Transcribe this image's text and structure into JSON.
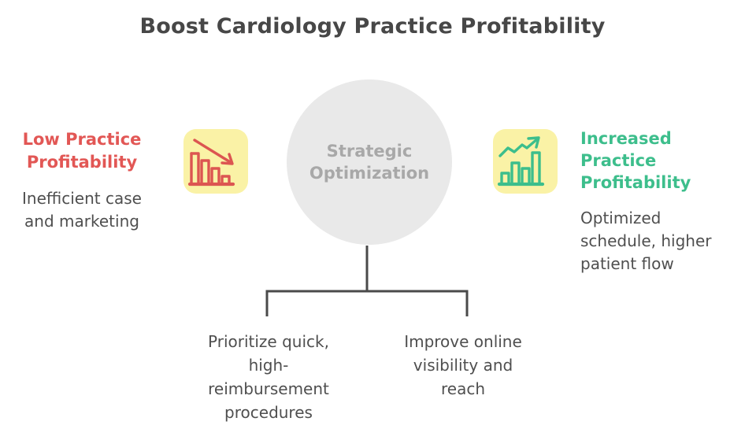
{
  "title": "Boost Cardiology Practice Profitability",
  "colors": {
    "negative_red": "#E25755",
    "positive_green": "#3DBE8C",
    "icon_bg_yellow": "#FAF2A6",
    "hub_gray": "#E9E9E9",
    "hub_text_gray": "#A8A8A8",
    "body_text": "#4F4F4F",
    "connector": "#4A4A4A"
  },
  "left": {
    "heading": "Low Practice Profitability",
    "heading_lines": [
      "Low Practice",
      "Profitability"
    ],
    "description": "Inefficient case and marketing",
    "description_lines": [
      "Inefficient case",
      "and marketing"
    ],
    "icon": "declining-bar-chart-icon"
  },
  "hub": {
    "label": "Strategic Optimization",
    "label_lines": [
      "Strategic",
      "Optimization"
    ]
  },
  "right": {
    "heading": "Increased Practice Profitability",
    "heading_lines": [
      "Increased",
      "Practice",
      "Profitability"
    ],
    "description": "Optimized schedule, higher patient flow",
    "description_lines": [
      "Optimized",
      "schedule, higher",
      "patient flow"
    ],
    "icon": "rising-bar-chart-icon"
  },
  "branches": [
    {
      "label": "Prioritize quick, high-reimbursement procedures",
      "lines": [
        "Prioritize quick,",
        "high-",
        "reimbursement",
        "procedures"
      ]
    },
    {
      "label": "Improve online visibility and reach",
      "lines": [
        "Improve online",
        "visibility and",
        "reach"
      ]
    }
  ]
}
